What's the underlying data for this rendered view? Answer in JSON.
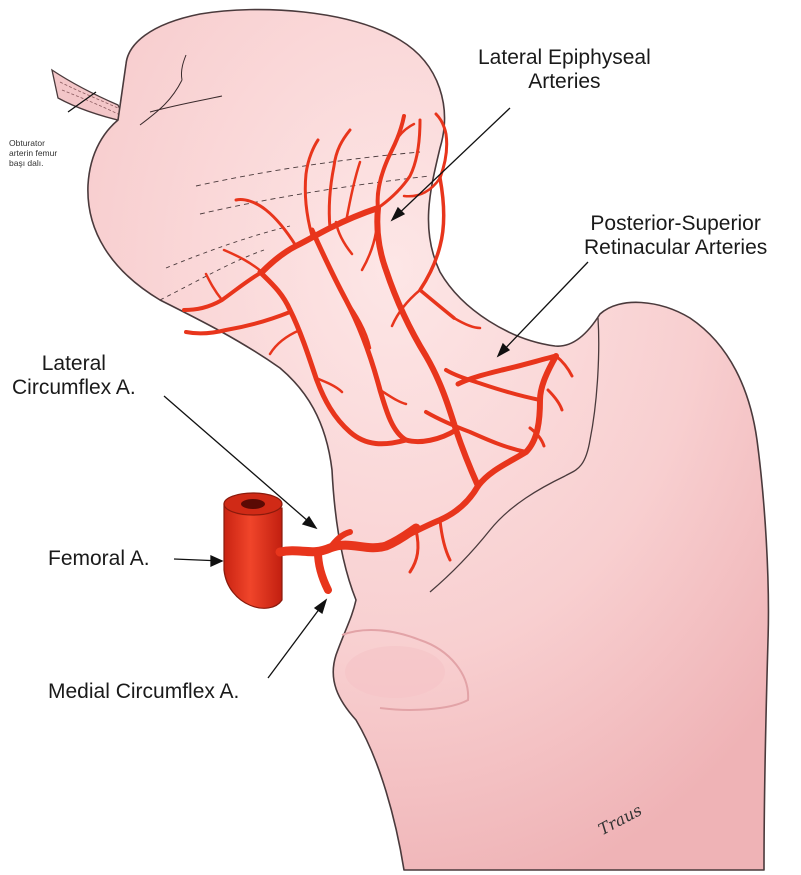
{
  "labels": {
    "lateral_epiphyseal": [
      "Lateral Epiphyseal",
      "Arteries"
    ],
    "posterior_superior": [
      "Posterior-Superior",
      "Retinacular Arteries"
    ],
    "lateral_circumflex": [
      "Lateral",
      "Circumflex A."
    ],
    "femoral": "Femoral A.",
    "medial_circumflex": "Medial Circumflex A.",
    "obturator": [
      "Obturator",
      "arterin femur",
      "başı dalı."
    ]
  },
  "signature": "Traus",
  "colors": {
    "bone_fill": "#f9d3d4",
    "bone_shadow": "#efb6b9",
    "outline": "#4a3a3c",
    "artery": "#e8351c",
    "artery_dark": "#b31e0e"
  }
}
